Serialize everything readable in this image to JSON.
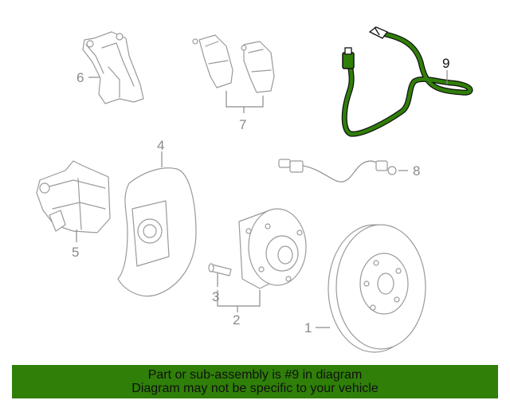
{
  "callouts": {
    "c1": "1",
    "c2": "2",
    "c3": "3",
    "c4": "4",
    "c5": "5",
    "c6": "6",
    "c7": "7",
    "c8": "8",
    "c9": "9"
  },
  "colors": {
    "highlight": "#2f7f08",
    "banner_bg": "#2f7f08",
    "part_stroke": "#9a9a9a"
  },
  "banner": {
    "line1": "Part or sub-assembly is #9 in diagram",
    "line2": "Diagram may not be specific to your vehicle"
  }
}
